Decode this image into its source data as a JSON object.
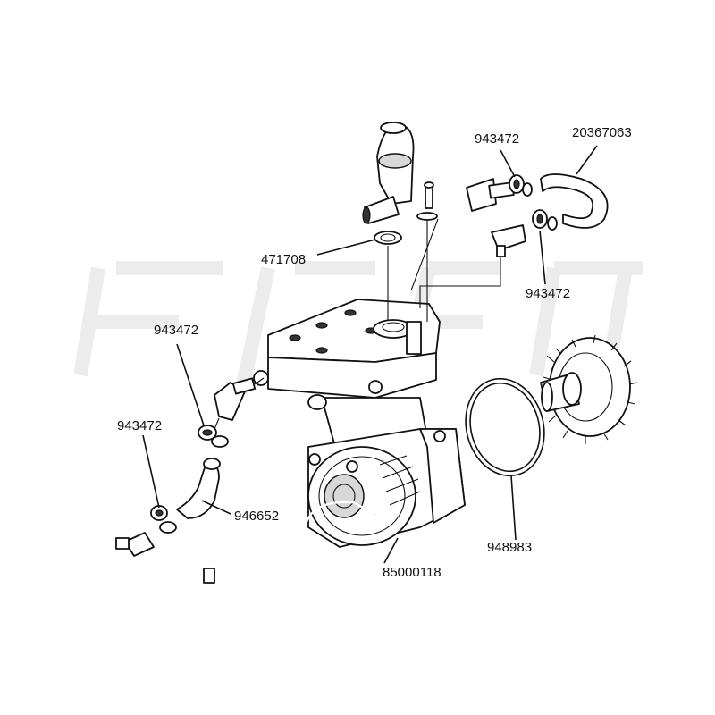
{
  "diagram": {
    "callouts": [
      {
        "id": "c1",
        "text": "943472"
      },
      {
        "id": "c2",
        "text": "20367063"
      },
      {
        "id": "c3",
        "text": "471708"
      },
      {
        "id": "c4",
        "text": "943472"
      },
      {
        "id": "c5",
        "text": "943472"
      },
      {
        "id": "c6",
        "text": "943472"
      },
      {
        "id": "c7",
        "text": "946652"
      },
      {
        "id": "c8",
        "text": "948983"
      },
      {
        "id": "c9",
        "text": "85000118"
      }
    ]
  }
}
